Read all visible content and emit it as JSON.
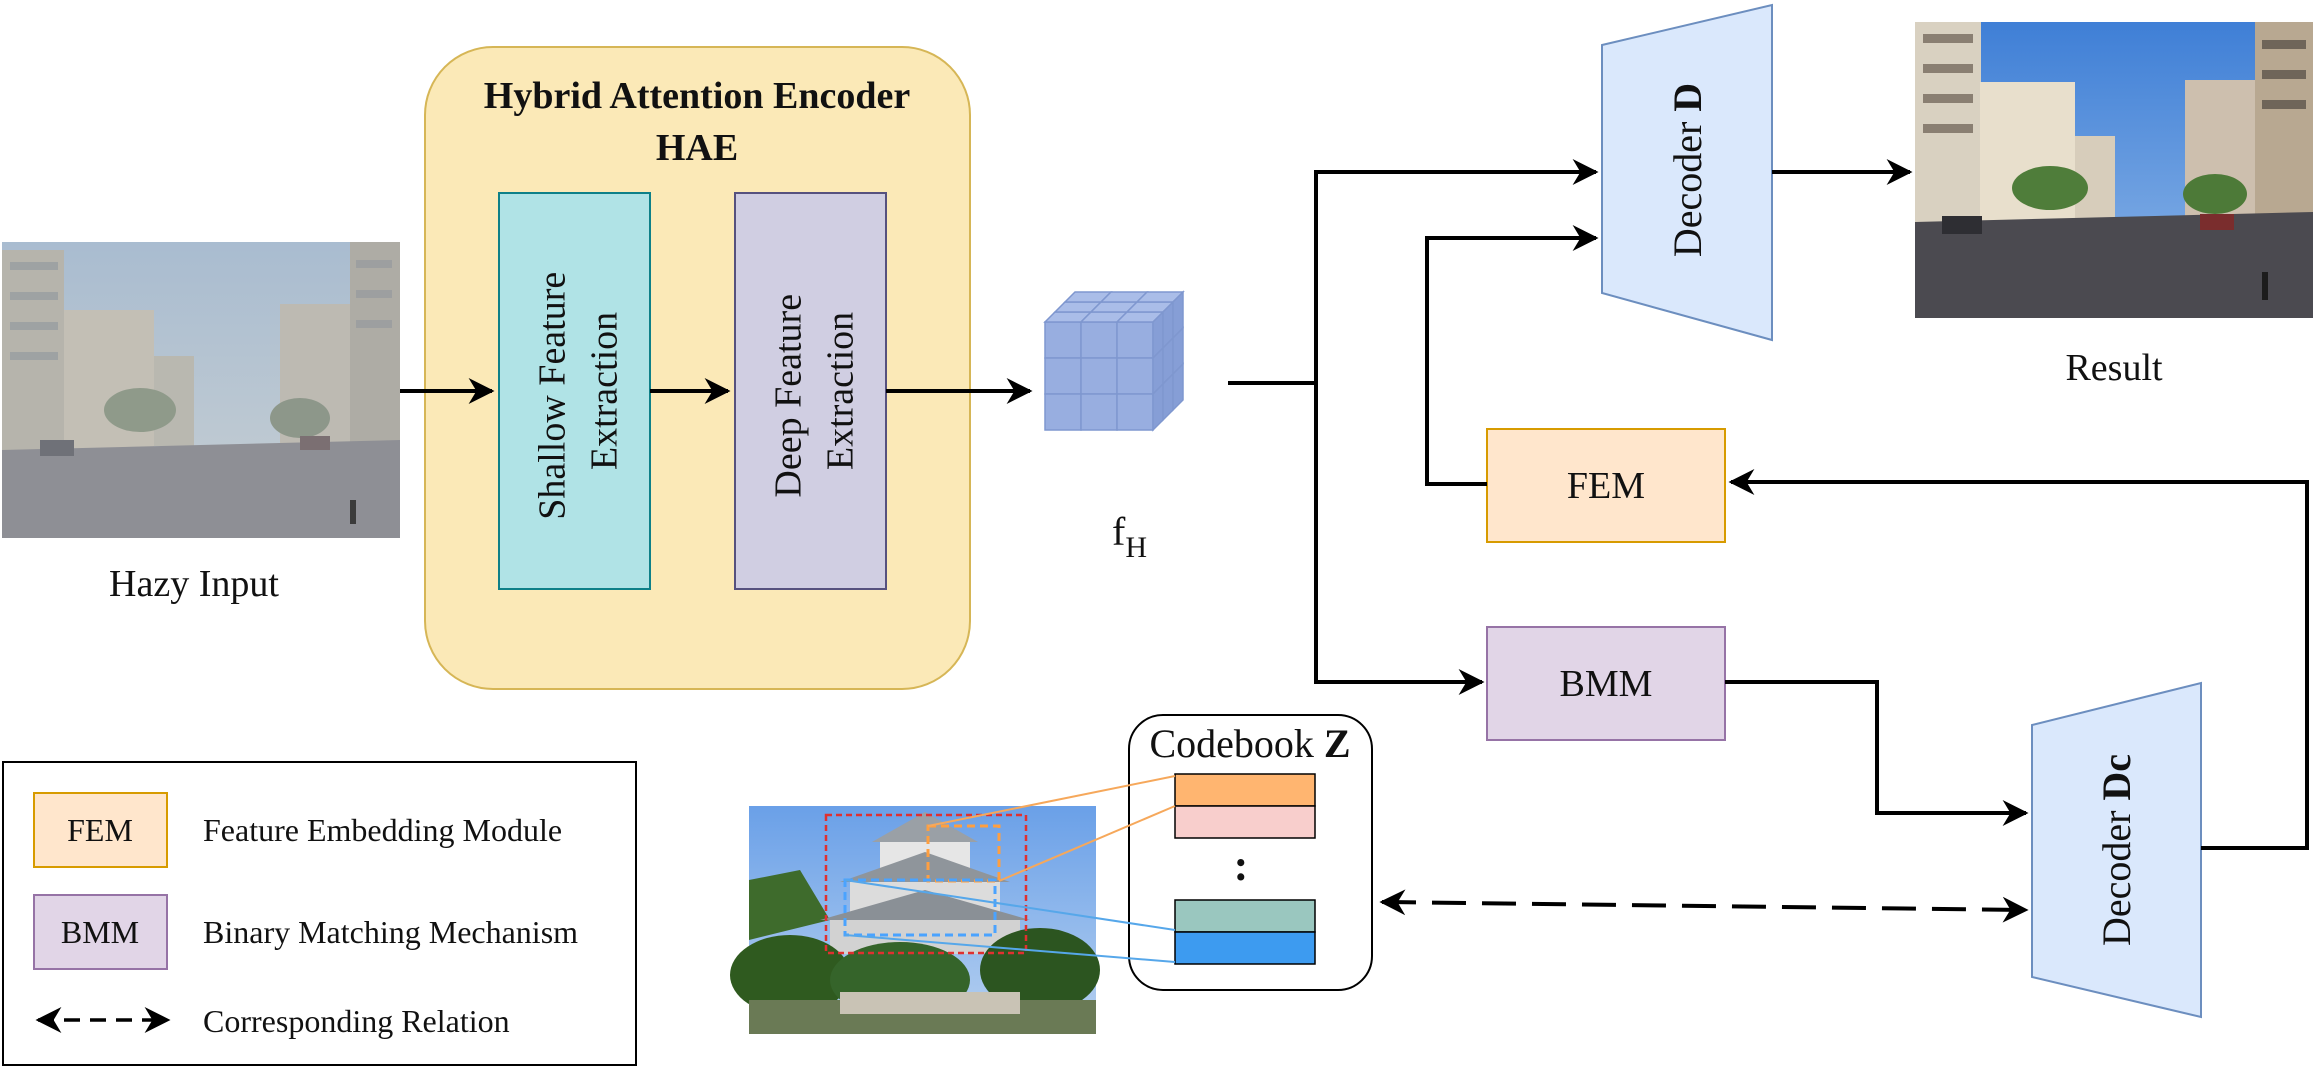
{
  "hazy_input": {
    "label": "Hazy Input"
  },
  "encoder": {
    "title": "Hybrid Attention Encoder",
    "abbr": "HAE",
    "shallow": {
      "line1": "Shallow Feature",
      "line2": "Extraction"
    },
    "deep": {
      "line1": "Deep Feature",
      "line2": "Extraction"
    }
  },
  "feature": {
    "symbol": "f",
    "subscript": "H"
  },
  "decoder_d": {
    "prefix": "Decoder ",
    "bold": "D"
  },
  "result": {
    "label": "Result"
  },
  "fem": {
    "label": "FEM"
  },
  "bmm": {
    "label": "BMM"
  },
  "decoder_dc": {
    "prefix": "Decoder ",
    "bold": "Dc"
  },
  "codebook": {
    "prefix": "Codebook ",
    "bold": "Z",
    "ellipsis": ":"
  },
  "legend": {
    "items": [
      {
        "abbr": "FEM",
        "text": "Feature Embedding Module"
      },
      {
        "abbr": "BMM",
        "text": "Binary Matching Mechanism"
      },
      {
        "text": "Corresponding Relation"
      }
    ]
  },
  "colors": {
    "encoder_fill": "#fbe9b7",
    "encoder_stroke": "#d6b656",
    "shallow_fill": "#b0e3e6",
    "shallow_stroke": "#0e8088",
    "deep_fill": "#d0cee2",
    "deep_stroke": "#56517e",
    "decoder_fill": "#dae8fc",
    "decoder_stroke": "#6c8ebf",
    "fem_fill": "#ffe6cc",
    "fem_stroke": "#d79b00",
    "bmm_fill": "#e1d5e7",
    "bmm_stroke": "#9673a6",
    "cube": "#98aee0"
  }
}
